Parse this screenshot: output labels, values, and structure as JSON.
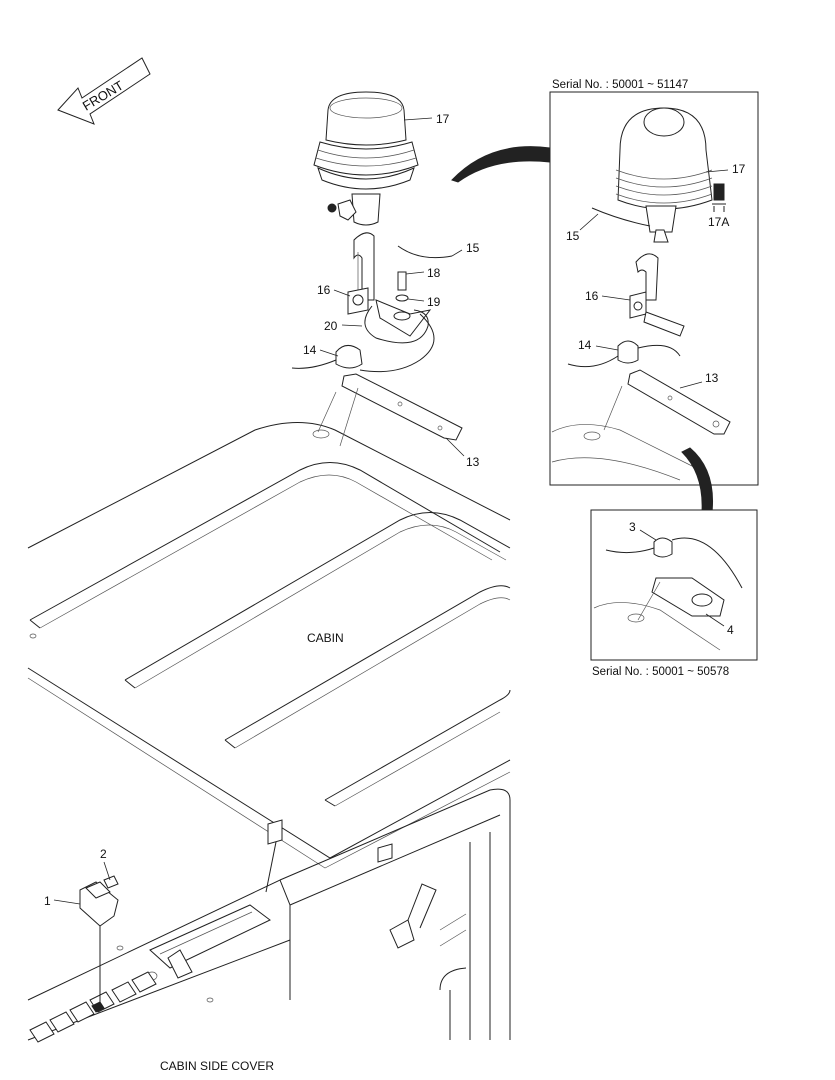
{
  "front_label": "FRONT",
  "inset1": {
    "serial": "Serial No. : 50001 ~ 51147"
  },
  "inset2": {
    "serial": "Serial No. : 50001 ~ 50578"
  },
  "cabin_label": "CABIN",
  "side_cover_label": "CABIN SIDE COVER",
  "callouts": {
    "main": {
      "c17": "17",
      "c15": "15",
      "c18": "18",
      "c16": "16",
      "c19": "19",
      "c20": "20",
      "c14": "14",
      "c13": "13",
      "c1": "1",
      "c2": "2"
    },
    "inset1": {
      "c17": "17",
      "c17a": "17A",
      "c15": "15",
      "c16": "16",
      "c14": "14",
      "c13": "13"
    },
    "inset2": {
      "c3": "3",
      "c4": "4"
    }
  }
}
